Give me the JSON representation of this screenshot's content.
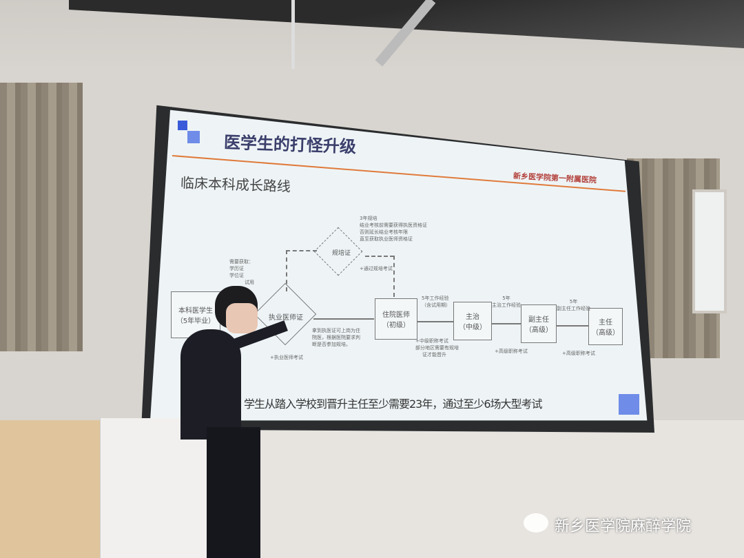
{
  "slide": {
    "title": "医学生的打怪升级",
    "subtitle": "临床本科成长路线",
    "logo_text": "新乡医学院第一附属医院",
    "nodes": {
      "undergrad": "本科医学生",
      "undergrad_sub": "（5年毕业）",
      "license": "执业医师证",
      "training": "规培证",
      "resident": "住院医师",
      "resident_sub": "（初级）",
      "attending": "主治",
      "attending_sub": "（中级）",
      "associate": "副主任",
      "associate_sub": "（高级）",
      "chief": "主任",
      "chief_sub": "（高级）"
    },
    "notes": {
      "need": "需要获取：",
      "need1": "学历证",
      "need2": "学位证",
      "need3": "试用",
      "exam": "+执业医师考试",
      "after_license": "拿到执医证可上岗为住",
      "after_license2": "院医，根据医院要求判",
      "after_license3": "断是否参加规培。",
      "train1": "3年规培",
      "train2": "结业考核前需要获得执医资格证",
      "train3": "否则延长结业考核年限",
      "train4": "直至获取执业医师资格证",
      "train_exam": "+通过规培考试",
      "r_to_a1": "5年工作经验",
      "r_to_a2": "（含试用期）",
      "r_exam1": "+中级职称考试",
      "r_exam2": "部分地区需要有规培",
      "r_exam3": "证才能晋升",
      "a_to_as1": "5年",
      "a_to_as2": "主治工作经验",
      "a_exam": "+高级职称考试",
      "as_to_c1": "5年",
      "as_to_c2": "副主任工作经验",
      "as_exam": "+高级职称考试"
    },
    "footer": "学生从踏入学校到晋升主任至少需要23年，通过至少6场大型考试"
  },
  "watermark": "新乡医学院麻醉学院",
  "colors": {
    "accent": "#3a5bd9",
    "orange": "#e07a3a"
  }
}
